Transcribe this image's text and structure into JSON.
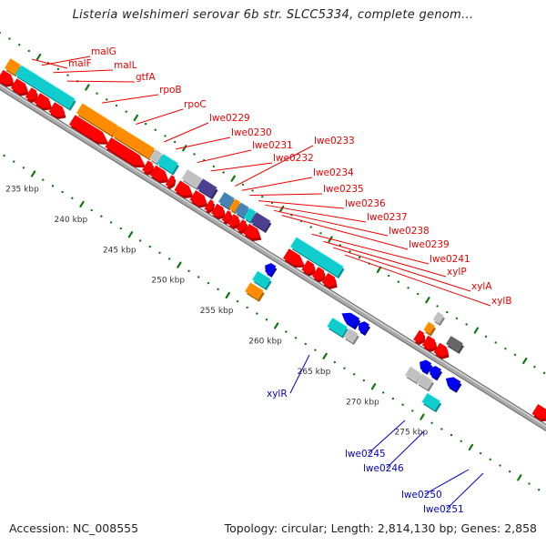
{
  "header": {
    "title": "Listeria welshimeri serovar 6b str. SLCC5334, complete genom..."
  },
  "footer": {
    "accession": "Accession: NC_008555",
    "summary": "Topology: circular; Length: 2,814,130 bp; Genes: 2,858"
  },
  "colors": {
    "forward_label": "#ee0000",
    "reverse_label": "#0000cc",
    "tick": "#117711",
    "backbone": "#999999",
    "red": "#ff0000",
    "cyan": "#11cccc",
    "orange": "#ff8c00",
    "gray": "#c0c0c0",
    "darkgray": "#666666",
    "navy": "#4b3f8f",
    "steel": "#4682b4",
    "blue": "#0000ee"
  },
  "ticks": [
    {
      "label": "235 kbp",
      "kbp": 235
    },
    {
      "label": "240 kbp",
      "kbp": 240
    },
    {
      "label": "245 kbp",
      "kbp": 245
    },
    {
      "label": "250 kbp",
      "kbp": 250
    },
    {
      "label": "255 kbp",
      "kbp": 255
    },
    {
      "label": "260 kbp",
      "kbp": 260
    },
    {
      "label": "265 kbp",
      "kbp": 265
    },
    {
      "label": "270 kbp",
      "kbp": 270
    },
    {
      "label": "275 kbp",
      "kbp": 275
    }
  ],
  "forward_labels": [
    "malF",
    "malG",
    "malL",
    "gtfA",
    "rpoB",
    "rpoC",
    "lwe0229",
    "lwe0230",
    "lwe0231",
    "lwe0232",
    "lwe0233",
    "lwe0234",
    "lwe0235",
    "lwe0236",
    "lwe0237",
    "lwe0238",
    "lwe0239",
    "lwe0241",
    "xylP",
    "xylA",
    "xylB"
  ],
  "reverse_labels": [
    "xylR",
    "lwe0245",
    "lwe0246",
    "lwe0250",
    "lwe0251"
  ],
  "forward_cog": [
    {
      "s": 228.0,
      "e": 229.0,
      "c": "orange"
    },
    {
      "s": 229.1,
      "e": 234.6,
      "c": "cyan"
    },
    {
      "s": 235.4,
      "e": 239.0,
      "c": "orange"
    },
    {
      "s": 239.1,
      "e": 242.8,
      "c": "orange"
    },
    {
      "s": 242.9,
      "e": 243.6,
      "c": "gray"
    },
    {
      "s": 243.7,
      "e": 245.2,
      "c": "cyan"
    },
    {
      "s": 246.2,
      "e": 247.7,
      "c": "gray"
    },
    {
      "s": 247.8,
      "e": 249.2,
      "c": "navy"
    },
    {
      "s": 250.0,
      "e": 251.0,
      "c": "steel"
    },
    {
      "s": 251.1,
      "e": 251.6,
      "c": "orange"
    },
    {
      "s": 251.7,
      "e": 252.5,
      "c": "steel"
    },
    {
      "s": 252.6,
      "e": 253.2,
      "c": "cyan"
    },
    {
      "s": 253.3,
      "e": 254.7,
      "c": "navy"
    },
    {
      "s": 257.4,
      "e": 262.2,
      "c": "cyan"
    }
  ],
  "forward_genes": [
    {
      "s": 228.0,
      "e": 229.3
    },
    {
      "s": 229.4,
      "e": 230.8
    },
    {
      "s": 230.9,
      "e": 231.7
    },
    {
      "s": 231.8,
      "e": 233.2
    },
    {
      "s": 233.3,
      "e": 234.6
    },
    {
      "s": 235.4,
      "e": 239.0
    },
    {
      "s": 239.1,
      "e": 242.8
    },
    {
      "s": 242.9,
      "e": 243.6
    },
    {
      "s": 243.7,
      "e": 245.2
    },
    {
      "s": 245.3,
      "e": 245.8
    },
    {
      "s": 246.2,
      "e": 247.7
    },
    {
      "s": 247.8,
      "e": 249.2
    },
    {
      "s": 249.3,
      "e": 249.8
    },
    {
      "s": 250.0,
      "e": 251.0
    },
    {
      "s": 251.1,
      "e": 251.6
    },
    {
      "s": 251.7,
      "e": 252.5
    },
    {
      "s": 252.6,
      "e": 253.2
    },
    {
      "s": 253.3,
      "e": 254.7
    },
    {
      "s": 257.4,
      "e": 259.2
    },
    {
      "s": 259.3,
      "e": 260.3
    },
    {
      "s": 260.4,
      "e": 261.3
    },
    {
      "s": 261.4,
      "e": 262.5
    },
    {
      "s": 270.8,
      "e": 271.5
    },
    {
      "s": 271.7,
      "e": 272.8
    },
    {
      "s": 272.9,
      "e": 274.0
    },
    {
      "s": 283.0,
      "e": 284.4
    }
  ],
  "forward_outer_small": [
    {
      "s": 271.3,
      "e": 271.9,
      "c": "gray",
      "lane": 2
    },
    {
      "s": 271.1,
      "e": 271.7,
      "c": "orange",
      "lane": 1
    },
    {
      "s": 273.4,
      "e": 274.6,
      "c": "darkgray",
      "lane": 1
    }
  ],
  "reverse_genes": [
    {
      "s": 256.4,
      "e": 257.2,
      "c": "blue",
      "lane": 0
    },
    {
      "s": 256.1,
      "e": 257.4,
      "c": "cyan",
      "lane": 1
    },
    {
      "s": 256.1,
      "e": 257.4,
      "c": "orange",
      "lane": 2
    },
    {
      "s": 264.3,
      "e": 265.8,
      "c": "blue",
      "lane": 0
    },
    {
      "s": 266.0,
      "e": 266.8,
      "c": "blue",
      "lane": 0
    },
    {
      "s": 263.8,
      "e": 265.3,
      "c": "cyan",
      "lane": 1
    },
    {
      "s": 265.5,
      "e": 266.4,
      "c": "gray",
      "lane": 1
    },
    {
      "s": 272.3,
      "e": 273.2,
      "c": "blue",
      "lane": 0
    },
    {
      "s": 273.3,
      "e": 274.2,
      "c": "blue",
      "lane": 0
    },
    {
      "s": 275.0,
      "e": 276.2,
      "c": "blue",
      "lane": 0
    },
    {
      "s": 271.8,
      "e": 272.9,
      "c": "gray",
      "lane": 1
    },
    {
      "s": 273.0,
      "e": 274.1,
      "c": "gray",
      "lane": 1
    },
    {
      "s": 274.3,
      "e": 275.6,
      "c": "cyan",
      "lane": 2
    }
  ]
}
